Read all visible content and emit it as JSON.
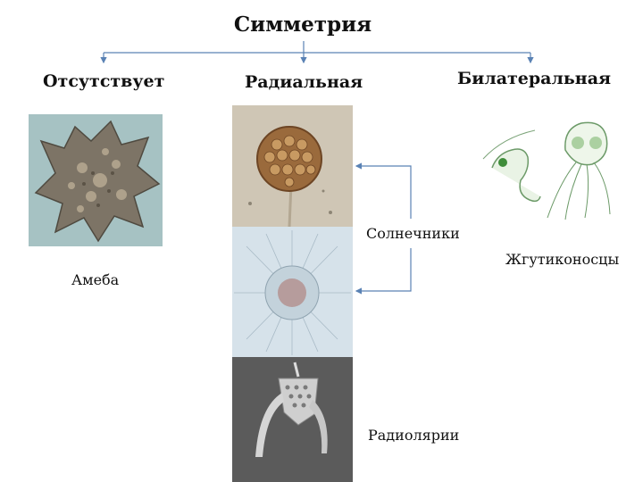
{
  "title": "Симметрия",
  "categories": [
    {
      "heading": "Отсутствует"
    },
    {
      "heading": "Радиальная"
    },
    {
      "heading": "Билатеральная"
    }
  ],
  "labels": {
    "amoeba": "Амеба",
    "heliozoa": "Солнечники",
    "radiolaria": "Радиолярии",
    "flagellates": "Жгутиконосцы"
  },
  "colors": {
    "connector": "#5a82b4"
  }
}
